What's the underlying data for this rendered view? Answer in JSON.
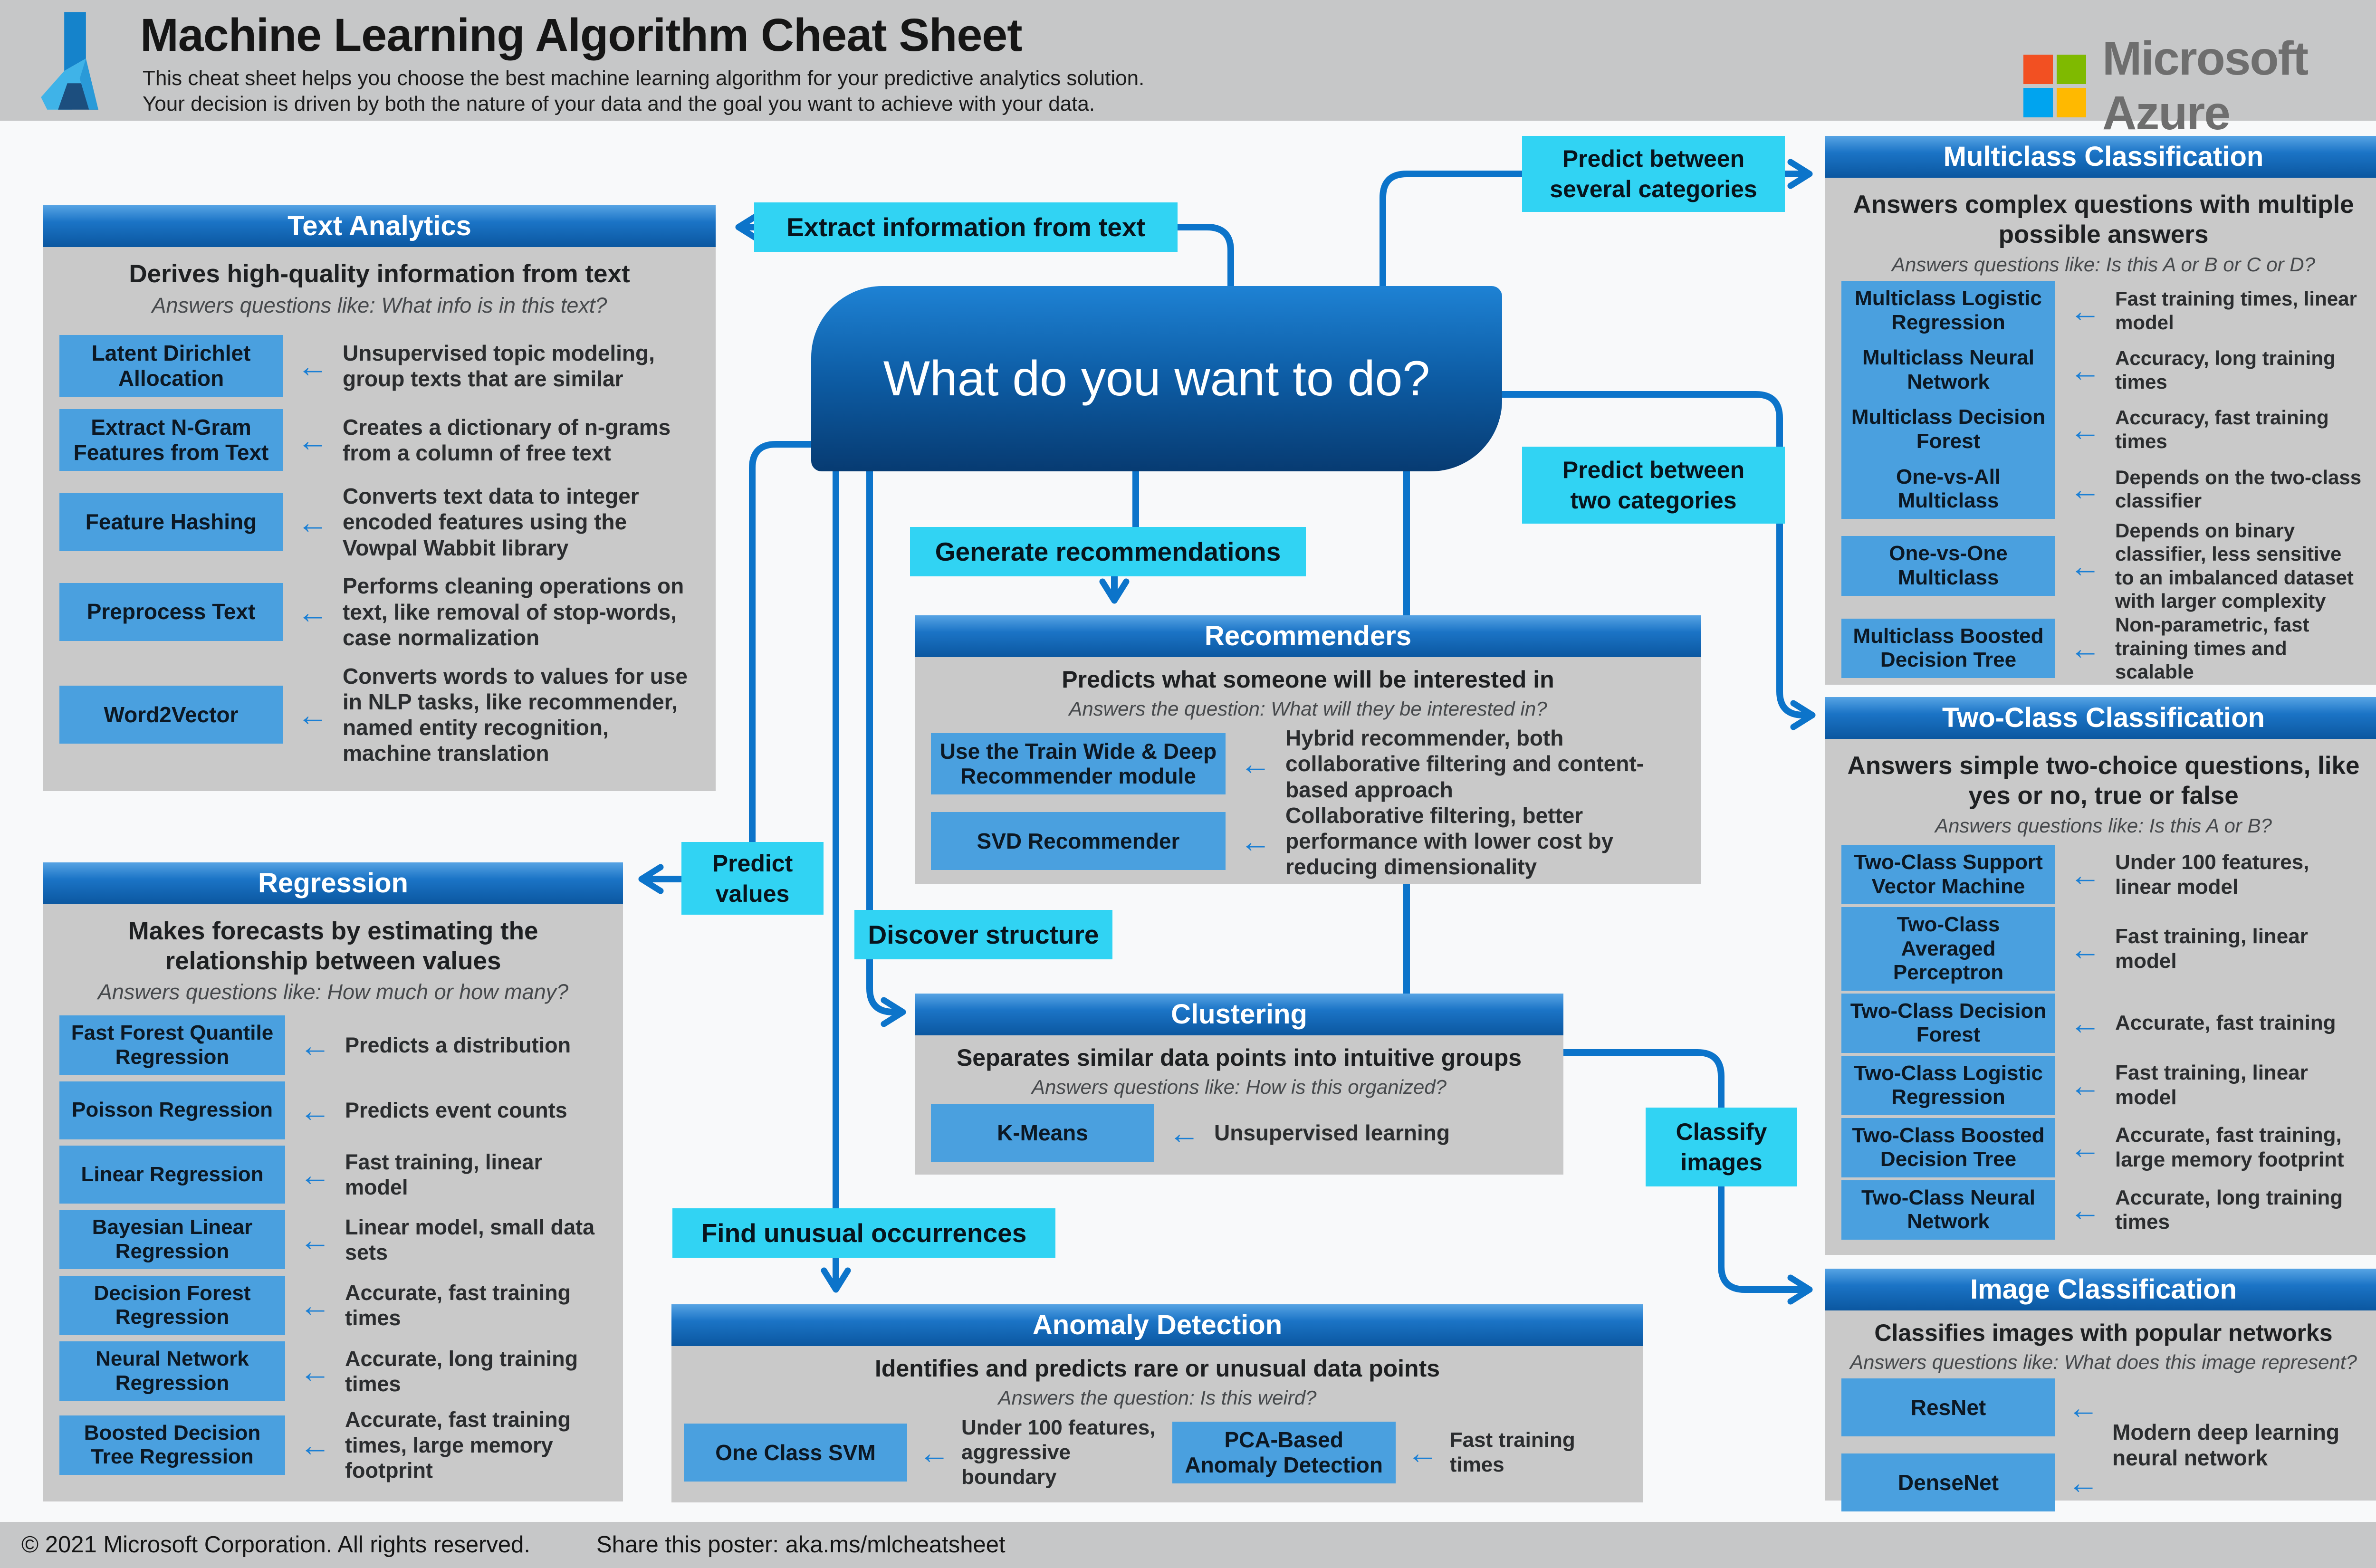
{
  "header": {
    "title": "Machine Learning Algorithm Cheat Sheet",
    "subtitle_line1": "This cheat sheet helps you choose the best machine learning algorithm for your predictive analytics solution.",
    "subtitle_line2": "Your decision is driven by both the nature of your data and the goal you want to achieve with your data.",
    "brand": "Microsoft Azure"
  },
  "center": {
    "question": "What do you want to do?"
  },
  "flow_labels": {
    "extract": "Extract information from text",
    "predict_several": "Predict between\nseveral categories",
    "predict_two": "Predict between\ntwo categories",
    "generate": "Generate recommendations",
    "discover": "Discover structure",
    "predict_values": "Predict\nvalues",
    "find_unusual": "Find unusual occurrences",
    "classify_images": "Classify\nimages"
  },
  "panels": {
    "text_analytics": {
      "title": "Text Analytics",
      "desc": "Derives high-quality information from text",
      "question": "Answers questions like: What info is in this text?",
      "algorithms": [
        {
          "name": "Latent Dirichlet Allocation",
          "note": "Unsupervised topic modeling, group texts that are similar"
        },
        {
          "name": "Extract N-Gram Features from Text",
          "note": "Creates a dictionary of n-grams from a column of free text"
        },
        {
          "name": "Feature Hashing",
          "note": "Converts text data to integer encoded features using the Vowpal Wabbit library"
        },
        {
          "name": "Preprocess Text",
          "note": "Performs cleaning operations on text, like removal of stop-words, case normalization"
        },
        {
          "name": "Word2Vector",
          "note": "Converts words to values for use in NLP tasks, like recommender, named entity recognition, machine translation"
        }
      ]
    },
    "regression": {
      "title": "Regression",
      "desc": "Makes forecasts by estimating the relationship between values",
      "question": "Answers questions like: How much or how many?",
      "algorithms": [
        {
          "name": "Fast Forest Quantile Regression",
          "note": "Predicts a distribution"
        },
        {
          "name": "Poisson Regression",
          "note": "Predicts event counts"
        },
        {
          "name": "Linear Regression",
          "note": "Fast training, linear model"
        },
        {
          "name": "Bayesian Linear Regression",
          "note": "Linear model, small data sets"
        },
        {
          "name": "Decision Forest Regression",
          "note": "Accurate, fast training times"
        },
        {
          "name": "Neural Network Regression",
          "note": "Accurate, long training times"
        },
        {
          "name": "Boosted Decision Tree Regression",
          "note": "Accurate, fast training times, large memory footprint"
        }
      ]
    },
    "recommenders": {
      "title": "Recommenders",
      "desc": "Predicts what someone will be interested in",
      "question": "Answers the question: What will they be interested in?",
      "algorithms": [
        {
          "name": "Use the Train Wide & Deep Recommender module",
          "note": "Hybrid recommender, both collaborative filtering and content-based approach"
        },
        {
          "name": "SVD Recommender",
          "note": "Collaborative filtering, better performance with lower cost by reducing dimensionality"
        }
      ]
    },
    "clustering": {
      "title": "Clustering",
      "desc": "Separates similar data points into intuitive groups",
      "question": "Answers questions like: How is this organized?",
      "algorithms": [
        {
          "name": "K-Means",
          "note": "Unsupervised learning"
        }
      ]
    },
    "anomaly_detection": {
      "title": "Anomaly Detection",
      "desc": "Identifies and predicts rare or unusual data points",
      "question": "Answers the question: Is this weird?",
      "algorithms": [
        {
          "name": "One Class SVM",
          "note": "Under 100 features, aggressive boundary"
        },
        {
          "name": "PCA-Based Anomaly Detection",
          "note": "Fast training times"
        }
      ]
    },
    "multiclass_classification": {
      "title": "Multiclass Classification",
      "desc": "Answers complex questions with multiple possible answers",
      "question": "Answers questions like: Is this A or B or C or D?",
      "algorithms": [
        {
          "name": "Multiclass Logistic Regression",
          "note": "Fast training times, linear model"
        },
        {
          "name": "Multiclass Neural Network",
          "note": "Accuracy, long training times"
        },
        {
          "name": "Multiclass Decision Forest",
          "note": "Accuracy, fast training times"
        },
        {
          "name": "One-vs-All Multiclass",
          "note": "Depends on the two-class classifier"
        },
        {
          "name": "One-vs-One Multiclass",
          "note": "Depends on binary classifier, less sensitive to an imbalanced dataset with larger complexity"
        },
        {
          "name": "Multiclass Boosted Decision Tree",
          "note": "Non-parametric, fast training times and scalable"
        }
      ]
    },
    "two_class_classification": {
      "title": "Two-Class Classification",
      "desc": "Answers simple two-choice questions, like yes or no, true or false",
      "question": "Answers questions like: Is this A or B?",
      "algorithms": [
        {
          "name": "Two-Class Support Vector Machine",
          "note": "Under 100 features, linear model"
        },
        {
          "name": "Two-Class Averaged Perceptron",
          "note": "Fast training, linear model"
        },
        {
          "name": "Two-Class Decision Forest",
          "note": "Accurate, fast training"
        },
        {
          "name": "Two-Class Logistic Regression",
          "note": "Fast training, linear model"
        },
        {
          "name": "Two-Class Boosted Decision Tree",
          "note": "Accurate, fast training, large memory footprint"
        },
        {
          "name": "Two-Class Neural Network",
          "note": "Accurate, long training times"
        }
      ]
    },
    "image_classification": {
      "title": "Image Classification",
      "desc": "Classifies images with popular networks",
      "question": "Answers questions like: What does this image represent?",
      "algorithms": [
        {
          "name": "ResNet"
        },
        {
          "name": "DenseNet"
        }
      ],
      "shared_note": "Modern deep learning neural network"
    }
  },
  "footer": {
    "copyright": "© 2021 Microsoft Corporation. All rights reserved.",
    "share": "Share this poster: aka.ms/mlcheatsheet"
  },
  "icons": {
    "left_arrow": "←",
    "chevron_arrowhead": "›"
  },
  "colors": {
    "accent_cyan": "#31d3f3",
    "connector_blue": "#0c74ca",
    "panel_header_blue": "#1b74c6",
    "algorithm_button_blue": "#4aa0df",
    "panel_gray": "#c9c9c9",
    "band_gray": "#c6c7c8",
    "question_box_top": "#1e82d4",
    "question_box_bottom": "#073b72",
    "ms_red": "#f25022",
    "ms_green": "#7fba00",
    "ms_blue": "#00a4ef",
    "ms_yellow": "#ffb900"
  }
}
